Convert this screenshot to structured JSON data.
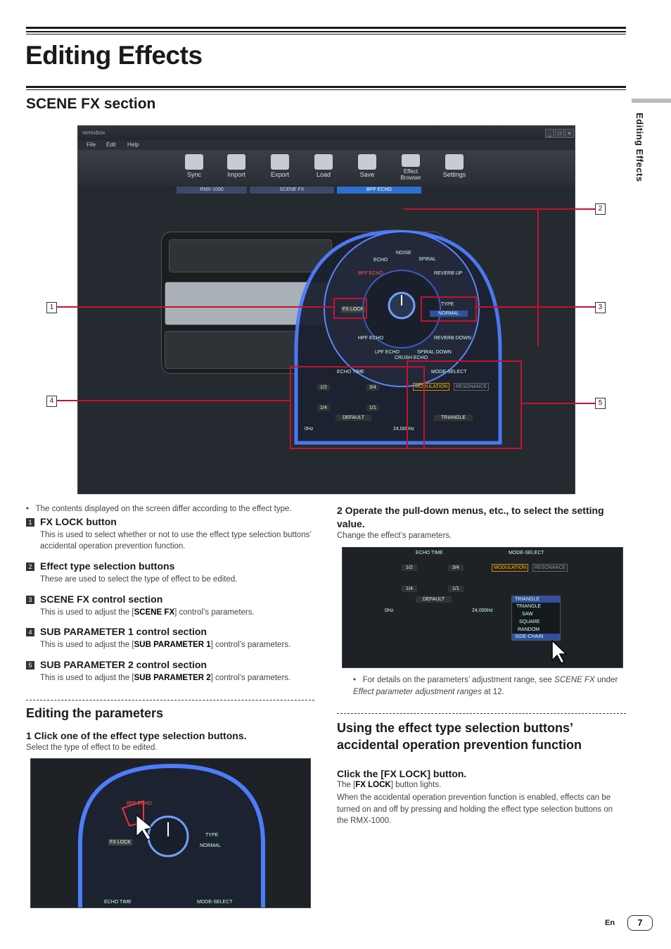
{
  "page": {
    "title": "Editing Effects",
    "section_title": "SCENE FX section",
    "side_tab": "Editing Effects",
    "footer_lang": "En",
    "footer_page": "7"
  },
  "app": {
    "window_title": "remixbox",
    "menu": [
      "File",
      "Edit",
      "Help"
    ],
    "toolbar": [
      "Sync",
      "Import",
      "Export",
      "Load",
      "Save",
      "Effect Browser",
      "Settings"
    ],
    "breadcrumbs": [
      "RMX-1000",
      "SCENE FX",
      "BPF ECHO"
    ],
    "fx_buttons": [
      "BPF ECHO",
      "ECHO",
      "NOISE",
      "SPIRAL",
      "REVERB UP",
      "LPF ECHO",
      "HPF ECHO",
      "CRUSH ECHO",
      "SPIRAL DOWN",
      "REVERB DOWN"
    ],
    "fx_lock": "FX LOCK",
    "type_label": "TYPE",
    "type_value": "NORMAL",
    "echo_time": "ECHO TIME",
    "mode_select": "MODE-SELECT",
    "echo_values": [
      "1/2",
      "3/4",
      "1/4",
      "1/1"
    ],
    "echo_type": "DEFAULT",
    "mode_buttons": [
      "MODULATION",
      "RESONANCE"
    ],
    "mode_type": "TRIANGLE",
    "freq_min": "0Hz",
    "freq_max": "24,000Hz",
    "dropdown_options": [
      "TRIANGLE",
      "SAW",
      "SQUARE",
      "RANDOM",
      "SIDE-CHAIN"
    ]
  },
  "callouts": [
    "1",
    "2",
    "3",
    "4",
    "5"
  ],
  "left": {
    "note": "The contents displayed on the screen differ according to the effect type.",
    "items": [
      {
        "num": "1",
        "heading": "FX LOCK button",
        "text": "This is used to select whether or not to use the effect type selection buttons’ accidental operation prevention function."
      },
      {
        "num": "2",
        "heading": "Effect type selection buttons",
        "text": "These are used to select the type of effect to be edited."
      },
      {
        "num": "3",
        "heading": "SCENE FX control section",
        "pre": "This is used to adjust the [",
        "bold": "SCENE FX",
        "post": "] control’s parameters."
      },
      {
        "num": "4",
        "heading": "SUB PARAMETER 1 control section",
        "pre": "This is used to adjust the [",
        "bold": "SUB PARAMETER 1",
        "post": "] control’s parameters."
      },
      {
        "num": "5",
        "heading": "SUB PARAMETER 2 control section",
        "pre": "This is used to adjust the [",
        "bold": "SUB PARAMETER 2",
        "post": "] control’s parameters."
      }
    ],
    "editing_heading": "Editing the parameters",
    "step1_heading": "1   Click one of the effect type selection buttons.",
    "step1_text": "Select the type of effect to be edited."
  },
  "right": {
    "step2_heading": "2   Operate the pull-down menus, etc., to select the setting value.",
    "step2_text": "Change the effect’s parameters.",
    "note_pre": "For details on the parameters’ adjustment range, see ",
    "note_it1": "SCENE FX",
    "note_mid": " under ",
    "note_it2": "Effect parameter adjustment ranges",
    "note_post": " at 12.",
    "lock_heading": "Using the effect type selection buttons’ accidental operation prevention function",
    "click_heading": "Click the [FX LOCK] button.",
    "click_pre": "The [",
    "click_bold": "FX LOCK",
    "click_post": "] button lights.",
    "click_text": "When the accidental operation prevention function is enabled, effects can be turned on and off by pressing and holding the effect type selection buttons on the RMX-1000."
  },
  "colors": {
    "accent": "#c8102e",
    "glow": "#3a6cff",
    "app_bg": "#252a31"
  }
}
